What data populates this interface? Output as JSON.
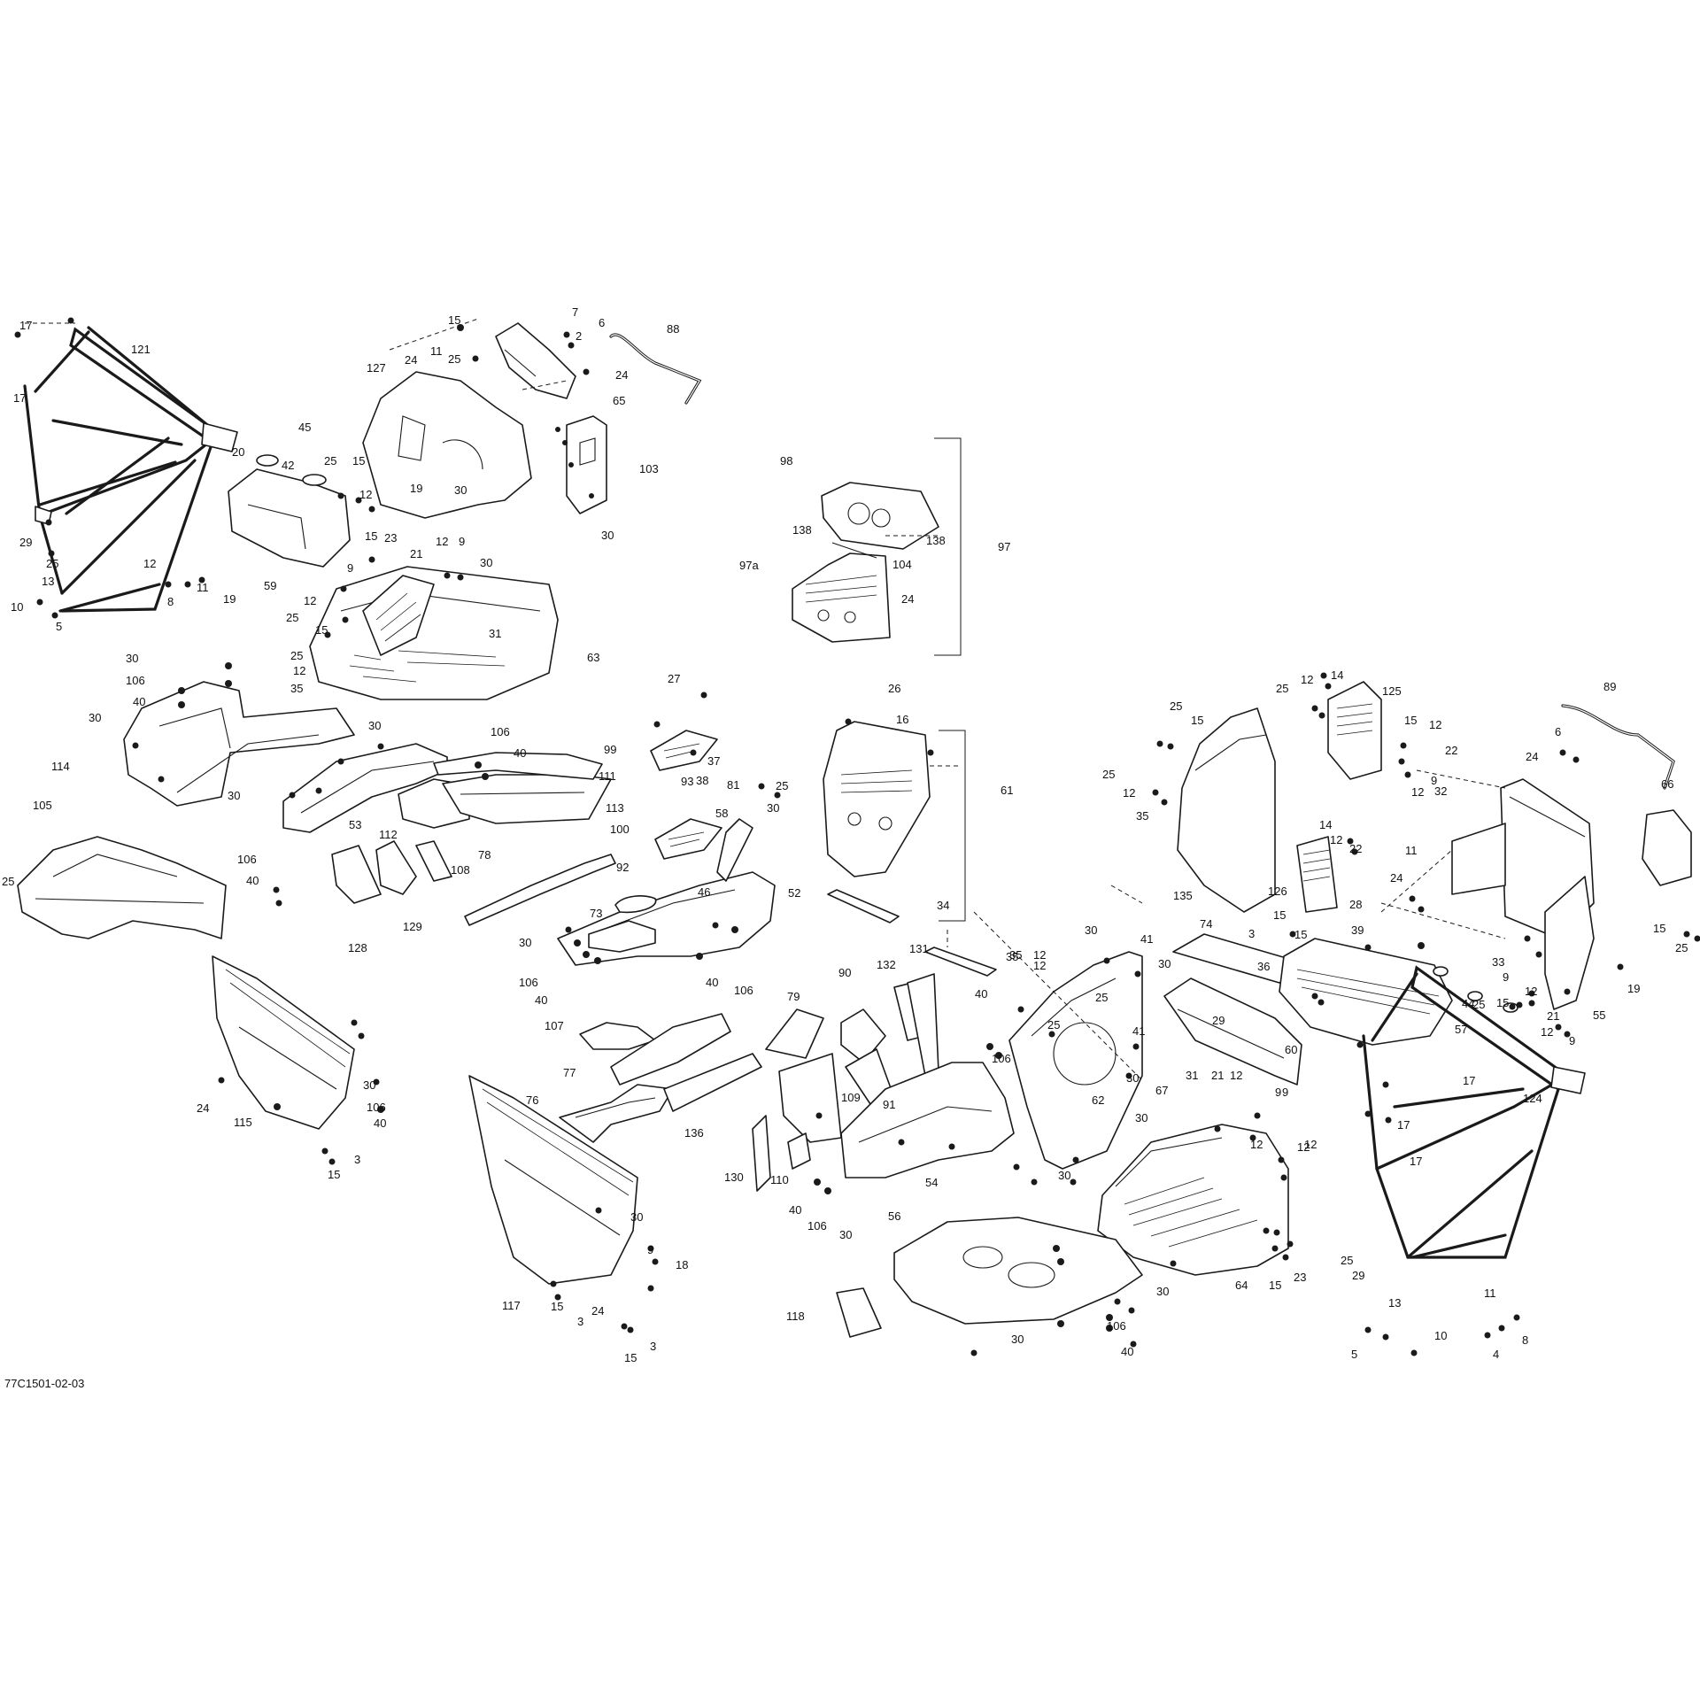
{
  "figure_ref": "77C1501-02-03",
  "colors": {
    "ink": "#1a1a1a",
    "paper": "#ffffff"
  },
  "callouts": [
    {
      "id": "c1",
      "t": "17"
    },
    {
      "id": "c2",
      "t": "17"
    },
    {
      "id": "c3",
      "t": "121"
    },
    {
      "id": "c4",
      "t": "29"
    },
    {
      "id": "c5",
      "t": "25"
    },
    {
      "id": "c6",
      "t": "13"
    },
    {
      "id": "c7",
      "t": "10"
    },
    {
      "id": "c8",
      "t": "5"
    },
    {
      "id": "c9",
      "t": "12"
    },
    {
      "id": "c10",
      "t": "8"
    },
    {
      "id": "c11",
      "t": "11"
    },
    {
      "id": "c12",
      "t": "19"
    },
    {
      "id": "c13",
      "t": "15"
    },
    {
      "id": "c14",
      "t": "25"
    },
    {
      "id": "c15",
      "t": "127"
    },
    {
      "id": "c16",
      "t": "24"
    },
    {
      "id": "c17",
      "t": "11"
    },
    {
      "id": "c18",
      "t": "7"
    },
    {
      "id": "c19",
      "t": "2"
    },
    {
      "id": "c20",
      "t": "6"
    },
    {
      "id": "c21",
      "t": "24"
    },
    {
      "id": "c22",
      "t": "65"
    },
    {
      "id": "c23",
      "t": "88"
    },
    {
      "id": "c24",
      "t": "103"
    },
    {
      "id": "c25",
      "t": "30"
    },
    {
      "id": "c26",
      "t": "30"
    },
    {
      "id": "c27",
      "t": "45"
    },
    {
      "id": "c28",
      "t": "20"
    },
    {
      "id": "c29",
      "t": "42"
    },
    {
      "id": "c30",
      "t": "25"
    },
    {
      "id": "c31",
      "t": "15"
    },
    {
      "id": "c32",
      "t": "12"
    },
    {
      "id": "c33",
      "t": "19"
    },
    {
      "id": "c34",
      "t": "59"
    },
    {
      "id": "c35",
      "t": "15"
    },
    {
      "id": "c36",
      "t": "23"
    },
    {
      "id": "c37",
      "t": "12"
    },
    {
      "id": "c38",
      "t": "9"
    },
    {
      "id": "c39",
      "t": "21"
    },
    {
      "id": "c40",
      "t": "30"
    },
    {
      "id": "c41",
      "t": "9"
    },
    {
      "id": "c42",
      "t": "12"
    },
    {
      "id": "c43",
      "t": "25"
    },
    {
      "id": "c44",
      "t": "15"
    },
    {
      "id": "c45",
      "t": "25"
    },
    {
      "id": "c46",
      "t": "12"
    },
    {
      "id": "c47",
      "t": "35"
    },
    {
      "id": "c48",
      "t": "31"
    },
    {
      "id": "c49",
      "t": "63"
    },
    {
      "id": "c50",
      "t": "98"
    },
    {
      "id": "c51",
      "t": "138"
    },
    {
      "id": "c52",
      "t": "138"
    },
    {
      "id": "c53",
      "t": "97"
    },
    {
      "id": "c54",
      "t": "97a"
    },
    {
      "id": "c55",
      "t": "104"
    },
    {
      "id": "c56",
      "t": "24"
    },
    {
      "id": "c57",
      "t": "30"
    },
    {
      "id": "c58",
      "t": "106"
    },
    {
      "id": "c59",
      "t": "40"
    },
    {
      "id": "c60",
      "t": "30"
    },
    {
      "id": "c61",
      "t": "114"
    },
    {
      "id": "c62",
      "t": "105"
    },
    {
      "id": "c63",
      "t": "30"
    },
    {
      "id": "c64",
      "t": "106"
    },
    {
      "id": "c65",
      "t": "40"
    },
    {
      "id": "c66",
      "t": "30"
    },
    {
      "id": "c67",
      "t": "53"
    },
    {
      "id": "c68",
      "t": "106"
    },
    {
      "id": "c69",
      "t": "40"
    },
    {
      "id": "c70",
      "t": "27"
    },
    {
      "id": "c71",
      "t": "99"
    },
    {
      "id": "c72",
      "t": "93"
    },
    {
      "id": "c73",
      "t": "37"
    },
    {
      "id": "c74",
      "t": "38"
    },
    {
      "id": "c75",
      "t": "81"
    },
    {
      "id": "c76",
      "t": "25"
    },
    {
      "id": "c77",
      "t": "58"
    },
    {
      "id": "c78",
      "t": "30"
    },
    {
      "id": "c79",
      "t": "100"
    },
    {
      "id": "c80",
      "t": "92"
    },
    {
      "id": "c81",
      "t": "46"
    },
    {
      "id": "c82",
      "t": "111"
    },
    {
      "id": "c83",
      "t": "113"
    },
    {
      "id": "c84",
      "t": "112"
    },
    {
      "id": "c85",
      "t": "108"
    },
    {
      "id": "c86",
      "t": "128"
    },
    {
      "id": "c87",
      "t": "129"
    },
    {
      "id": "c88",
      "t": "78"
    },
    {
      "id": "c89",
      "t": "73"
    },
    {
      "id": "c90",
      "t": "52"
    },
    {
      "id": "c91",
      "t": "30"
    },
    {
      "id": "c92",
      "t": "106"
    },
    {
      "id": "c93",
      "t": "40"
    },
    {
      "id": "c94",
      "t": "40"
    },
    {
      "id": "c95",
      "t": "106"
    },
    {
      "id": "c96",
      "t": "26"
    },
    {
      "id": "c97",
      "t": "16"
    },
    {
      "id": "c98",
      "t": "61"
    },
    {
      "id": "c99",
      "t": "34"
    },
    {
      "id": "c100",
      "t": "25"
    },
    {
      "id": "c101",
      "t": "12"
    },
    {
      "id": "c102",
      "t": "14"
    },
    {
      "id": "c103",
      "t": "125"
    },
    {
      "id": "c104",
      "t": "89"
    },
    {
      "id": "c105",
      "t": "25"
    },
    {
      "id": "c106",
      "t": "15"
    },
    {
      "id": "c107",
      "t": "25"
    },
    {
      "id": "c108",
      "t": "12"
    },
    {
      "id": "c109",
      "t": "35"
    },
    {
      "id": "c110",
      "t": "15"
    },
    {
      "id": "c111",
      "t": "12"
    },
    {
      "id": "c112",
      "t": "22"
    },
    {
      "id": "c113",
      "t": "9"
    },
    {
      "id": "c114",
      "t": "12"
    },
    {
      "id": "c115",
      "t": "135"
    },
    {
      "id": "c116",
      "t": "14"
    },
    {
      "id": "c117",
      "t": "12"
    },
    {
      "id": "c118",
      "t": "22"
    },
    {
      "id": "c119",
      "t": "126"
    },
    {
      "id": "c120",
      "t": "28"
    },
    {
      "id": "c121",
      "t": "11"
    },
    {
      "id": "c122",
      "t": "24"
    },
    {
      "id": "c123",
      "t": "32"
    },
    {
      "id": "c124",
      "t": "6"
    },
    {
      "id": "c125",
      "t": "24"
    },
    {
      "id": "c126",
      "t": "66"
    },
    {
      "id": "c127",
      "t": "15"
    },
    {
      "id": "c128",
      "t": "25"
    },
    {
      "id": "c129",
      "t": "3"
    },
    {
      "id": "c130",
      "t": "15"
    },
    {
      "id": "c131",
      "t": "39"
    },
    {
      "id": "c132",
      "t": "36"
    },
    {
      "id": "c133",
      "t": "57"
    },
    {
      "id": "c134",
      "t": "44"
    },
    {
      "id": "c135",
      "t": "33"
    },
    {
      "id": "c136",
      "t": "9"
    },
    {
      "id": "c137",
      "t": "12"
    },
    {
      "id": "c138",
      "t": "19"
    },
    {
      "id": "c139",
      "t": "25"
    },
    {
      "id": "c140",
      "t": "15"
    },
    {
      "id": "c141",
      "t": "21"
    },
    {
      "id": "c142",
      "t": "12"
    },
    {
      "id": "c143",
      "t": "9"
    },
    {
      "id": "c144",
      "t": "55"
    },
    {
      "id": "c145",
      "t": "29"
    },
    {
      "id": "c146",
      "t": "25"
    },
    {
      "id": "c147",
      "t": "30"
    },
    {
      "id": "c148",
      "t": "106"
    },
    {
      "id": "c149",
      "t": "40"
    },
    {
      "id": "c150",
      "t": "24"
    },
    {
      "id": "c151",
      "t": "115"
    },
    {
      "id": "c152",
      "t": "15"
    },
    {
      "id": "c153",
      "t": "3"
    },
    {
      "id": "c154",
      "t": "107"
    },
    {
      "id": "c155",
      "t": "77"
    },
    {
      "id": "c156",
      "t": "76"
    },
    {
      "id": "c157",
      "t": "136"
    },
    {
      "id": "c158",
      "t": "79"
    },
    {
      "id": "c159",
      "t": "90"
    },
    {
      "id": "c160",
      "t": "132"
    },
    {
      "id": "c161",
      "t": "131"
    },
    {
      "id": "c162",
      "t": "109"
    },
    {
      "id": "c163",
      "t": "91"
    },
    {
      "id": "c164",
      "t": "130"
    },
    {
      "id": "c165",
      "t": "110"
    },
    {
      "id": "c166",
      "t": "30"
    },
    {
      "id": "c167",
      "t": "41"
    },
    {
      "id": "c168",
      "t": "30"
    },
    {
      "id": "c169",
      "t": "35"
    },
    {
      "id": "c170",
      "t": "12"
    },
    {
      "id": "c171",
      "t": "25"
    },
    {
      "id": "c172",
      "t": "40"
    },
    {
      "id": "c173",
      "t": "106"
    },
    {
      "id": "c174",
      "t": "41"
    },
    {
      "id": "c175",
      "t": "30"
    },
    {
      "id": "c176",
      "t": "62"
    },
    {
      "id": "c177",
      "t": "74"
    },
    {
      "id": "c178",
      "t": "60"
    },
    {
      "id": "c179",
      "t": "67"
    },
    {
      "id": "c180",
      "t": "31"
    },
    {
      "id": "c181",
      "t": "21"
    },
    {
      "id": "c182",
      "t": "12"
    },
    {
      "id": "c183",
      "t": "9"
    },
    {
      "id": "c184",
      "t": "30"
    },
    {
      "id": "c185",
      "t": "12"
    },
    {
      "id": "c186",
      "t": "54"
    },
    {
      "id": "c187",
      "t": "30"
    },
    {
      "id": "c188",
      "t": "40"
    },
    {
      "id": "c189",
      "t": "106"
    },
    {
      "id": "c190",
      "t": "30"
    },
    {
      "id": "c191",
      "t": "56"
    },
    {
      "id": "c192",
      "t": "118"
    },
    {
      "id": "c193",
      "t": "30"
    },
    {
      "id": "c194",
      "t": "106"
    },
    {
      "id": "c195",
      "t": "40"
    },
    {
      "id": "c196",
      "t": "30"
    },
    {
      "id": "c197",
      "t": "64"
    },
    {
      "id": "c198",
      "t": "15"
    },
    {
      "id": "c199",
      "t": "23"
    },
    {
      "id": "c200",
      "t": "30"
    },
    {
      "id": "c201",
      "t": "9"
    },
    {
      "id": "c202",
      "t": "18"
    },
    {
      "id": "c203",
      "t": "117"
    },
    {
      "id": "c204",
      "t": "15"
    },
    {
      "id": "c205",
      "t": "3"
    },
    {
      "id": "c206",
      "t": "24"
    },
    {
      "id": "c207",
      "t": "15"
    },
    {
      "id": "c208",
      "t": "3"
    },
    {
      "id": "c209",
      "t": "17"
    },
    {
      "id": "c210",
      "t": "124"
    },
    {
      "id": "c211",
      "t": "17"
    },
    {
      "id": "c212",
      "t": "17"
    },
    {
      "id": "c213",
      "t": "25"
    },
    {
      "id": "c214",
      "t": "29"
    },
    {
      "id": "c215",
      "t": "13"
    },
    {
      "id": "c216",
      "t": "5"
    },
    {
      "id": "c217",
      "t": "10"
    },
    {
      "id": "c218",
      "t": "11"
    },
    {
      "id": "c219",
      "t": "4"
    },
    {
      "id": "c220",
      "t": "8"
    },
    {
      "id": "c221",
      "t": "12"
    },
    {
      "id": "c222",
      "t": "25"
    },
    {
      "id": "c223",
      "t": "15"
    },
    {
      "id": "c224",
      "t": "35"
    },
    {
      "id": "c225",
      "t": "12"
    },
    {
      "id": "c226",
      "t": "12"
    },
    {
      "id": "c227",
      "t": "9"
    }
  ]
}
